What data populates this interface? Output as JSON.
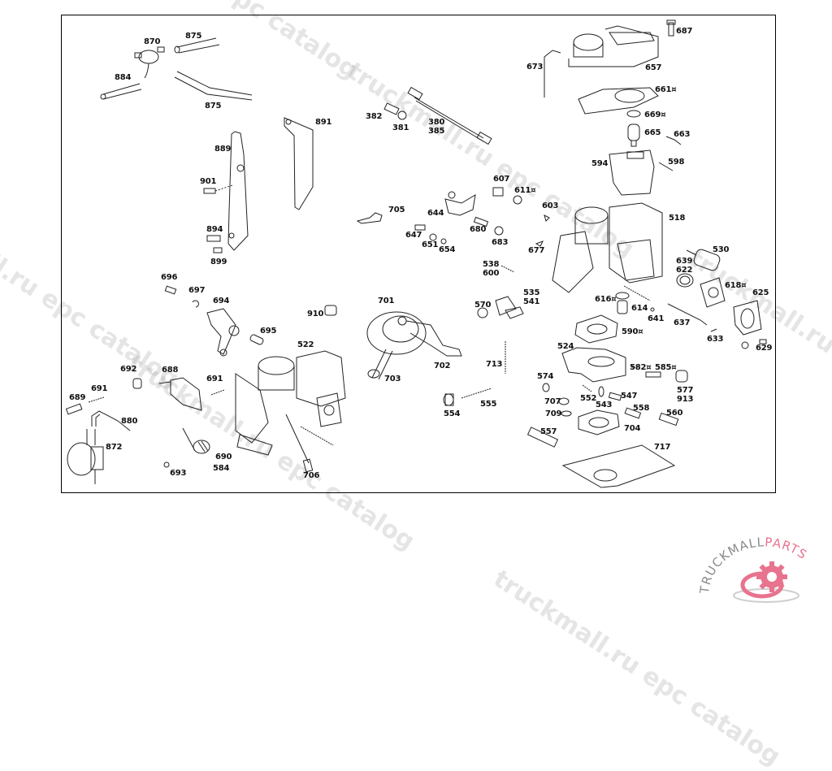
{
  "diagram": {
    "title": "Carburetor exploded parts diagram",
    "labels": [
      {
        "id": "870",
        "text": "870"
      },
      {
        "id": "875a",
        "text": "875"
      },
      {
        "id": "884",
        "text": "884"
      },
      {
        "id": "875b",
        "text": "875"
      },
      {
        "id": "891",
        "text": "891"
      },
      {
        "id": "889",
        "text": "889"
      },
      {
        "id": "901",
        "text": "901"
      },
      {
        "id": "894",
        "text": "894"
      },
      {
        "id": "899",
        "text": "899"
      },
      {
        "id": "382",
        "text": "382"
      },
      {
        "id": "381",
        "text": "381"
      },
      {
        "id": "380",
        "text": "380\n385"
      },
      {
        "id": "687",
        "text": "687"
      },
      {
        "id": "673",
        "text": "673"
      },
      {
        "id": "657",
        "text": "657"
      },
      {
        "id": "661",
        "text": "661¤"
      },
      {
        "id": "669",
        "text": "669¤"
      },
      {
        "id": "665",
        "text": "665"
      },
      {
        "id": "663",
        "text": "663"
      },
      {
        "id": "594",
        "text": "594"
      },
      {
        "id": "598",
        "text": "598"
      },
      {
        "id": "607",
        "text": "607"
      },
      {
        "id": "611",
        "text": "611¤"
      },
      {
        "id": "603",
        "text": "603"
      },
      {
        "id": "518",
        "text": "518"
      },
      {
        "id": "705",
        "text": "705"
      },
      {
        "id": "644",
        "text": "644"
      },
      {
        "id": "647",
        "text": "647"
      },
      {
        "id": "651",
        "text": "651"
      },
      {
        "id": "654",
        "text": "654"
      },
      {
        "id": "680",
        "text": "680"
      },
      {
        "id": "683",
        "text": "683"
      },
      {
        "id": "677",
        "text": "677"
      },
      {
        "id": "538",
        "text": "538\n600"
      },
      {
        "id": "530",
        "text": "530"
      },
      {
        "id": "639",
        "text": "639\n622"
      },
      {
        "id": "618",
        "text": "618¤"
      },
      {
        "id": "625",
        "text": "625"
      },
      {
        "id": "535",
        "text": "535\n541"
      },
      {
        "id": "570",
        "text": "570"
      },
      {
        "id": "616",
        "text": "616¤"
      },
      {
        "id": "614",
        "text": "614"
      },
      {
        "id": "641",
        "text": "641"
      },
      {
        "id": "637",
        "text": "637"
      },
      {
        "id": "633",
        "text": "633"
      },
      {
        "id": "629",
        "text": "629"
      },
      {
        "id": "590",
        "text": "590¤"
      },
      {
        "id": "696",
        "text": "696"
      },
      {
        "id": "697",
        "text": "697"
      },
      {
        "id": "694",
        "text": "694"
      },
      {
        "id": "695",
        "text": "695"
      },
      {
        "id": "910",
        "text": "910"
      },
      {
        "id": "701",
        "text": "701"
      },
      {
        "id": "522",
        "text": "522"
      },
      {
        "id": "702",
        "text": "702"
      },
      {
        "id": "703",
        "text": "703"
      },
      {
        "id": "713",
        "text": "713"
      },
      {
        "id": "524",
        "text": "524"
      },
      {
        "id": "582",
        "text": "582¤"
      },
      {
        "id": "585",
        "text": "585¤"
      },
      {
        "id": "574",
        "text": "574"
      },
      {
        "id": "577",
        "text": "577\n913"
      },
      {
        "id": "707",
        "text": "707"
      },
      {
        "id": "552",
        "text": "552"
      },
      {
        "id": "543",
        "text": "543"
      },
      {
        "id": "547",
        "text": "547"
      },
      {
        "id": "709",
        "text": "709"
      },
      {
        "id": "558",
        "text": "558"
      },
      {
        "id": "560",
        "text": "560"
      },
      {
        "id": "704",
        "text": "704"
      },
      {
        "id": "557",
        "text": "557"
      },
      {
        "id": "717",
        "text": "717"
      },
      {
        "id": "554",
        "text": "554"
      },
      {
        "id": "555",
        "text": "555"
      },
      {
        "id": "692",
        "text": "692"
      },
      {
        "id": "688",
        "text": "688"
      },
      {
        "id": "691a",
        "text": "691"
      },
      {
        "id": "691b",
        "text": "691"
      },
      {
        "id": "689",
        "text": "689"
      },
      {
        "id": "880",
        "text": "880"
      },
      {
        "id": "872",
        "text": "872"
      },
      {
        "id": "690",
        "text": "690"
      },
      {
        "id": "584",
        "text": "584"
      },
      {
        "id": "693",
        "text": "693"
      },
      {
        "id": "706",
        "text": "706"
      }
    ]
  },
  "watermarks": [
    {
      "text": "truckmall.ru epc catalog"
    },
    {
      "text": "truckmall.ru epc catalog"
    },
    {
      "text": "truckmall.ru epc catalog"
    },
    {
      "text": "truckmall.ru epc catalog"
    },
    {
      "text": "truckmall.ru epc catalog"
    }
  ],
  "logo": {
    "text_dark": "TRUCKMALL",
    "text_accent": "PARTS",
    "accent_color": "#e8738f",
    "text_color": "#8a8a8a"
  }
}
